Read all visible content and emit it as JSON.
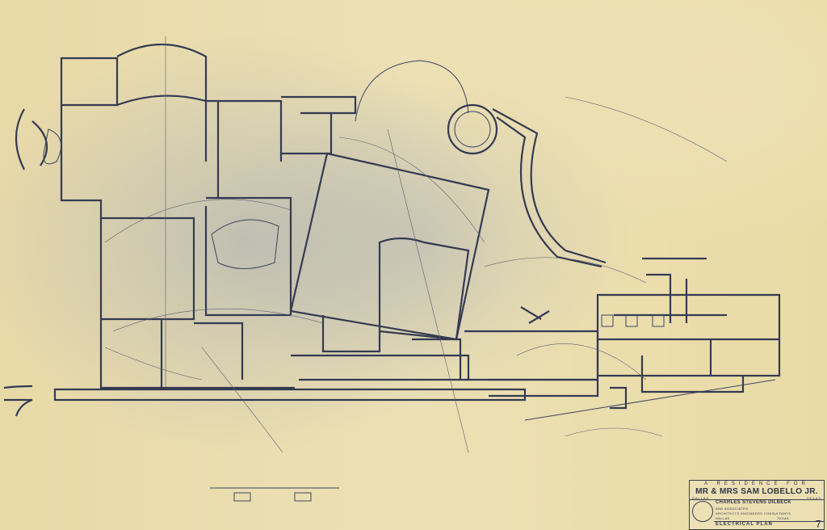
{
  "title_block": {
    "header": "A RESIDENCE FOR",
    "client": "MR & MRS SAM LOBELLO JR.",
    "city_left": "DALLAS",
    "state_right": "TEXAS",
    "firm": "CHARLES STEVENS DILBECK",
    "firm_sub": "AND ASSOCIATES",
    "firm_desc": "ARCHITECTS ENGINEERS CONSULTANTS",
    "firm_city": "DALLAS",
    "firm_state": "TEXAS",
    "sheet_title": "ELECTRICAL PLAN",
    "sheet_number": "7"
  },
  "colors": {
    "paper": "#e9dcae",
    "linework": "#343a52",
    "stain": "#a0a8b4"
  }
}
